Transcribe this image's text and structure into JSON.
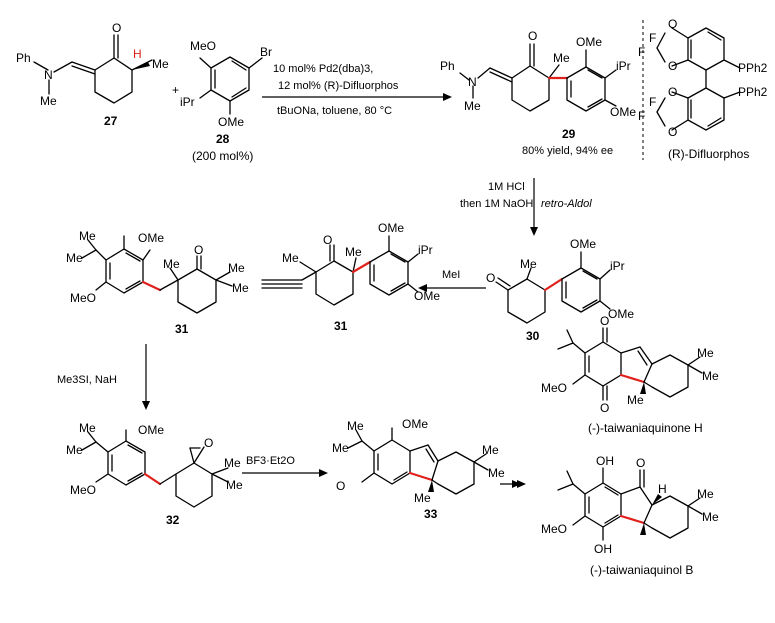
{
  "compounds": {
    "c27": "27",
    "c28": "28",
    "c28_amount": "(200 mol%)",
    "c29": "29",
    "c29_yield": "80% yield, 94% ee",
    "c30": "30",
    "c31a": "31",
    "c31b": "31",
    "c32": "32",
    "c33": "33",
    "ligand": "(R)-Difluorphos",
    "product1": "(-)-taiwaniaquinone H",
    "product2": "(-)-taiwaniaquinol B"
  },
  "reagents": {
    "step1_line1": "10 mol% Pd2(dba)3,",
    "step1_line2": "12 mol% (R)-Difluorphos",
    "step1_line3": "tBuONa, toluene, 80 °C",
    "step2_line1": "1M HCl",
    "step2_line2": "then 1M NaOH",
    "step2_side": "retro-Aldol",
    "step3": "MeI",
    "step4": "Me3SI, NaH",
    "step5": "BF3·Et2O"
  },
  "atoms": {
    "Ph": "Ph",
    "N": "N",
    "Me": "Me",
    "O": "O",
    "H": "H",
    "Br": "Br",
    "MeO": "MeO",
    "OMe": "OMe",
    "iPr": "iPr",
    "PPh2": "PPh2",
    "F": "F",
    "OH": "OH",
    "plus": "+"
  }
}
